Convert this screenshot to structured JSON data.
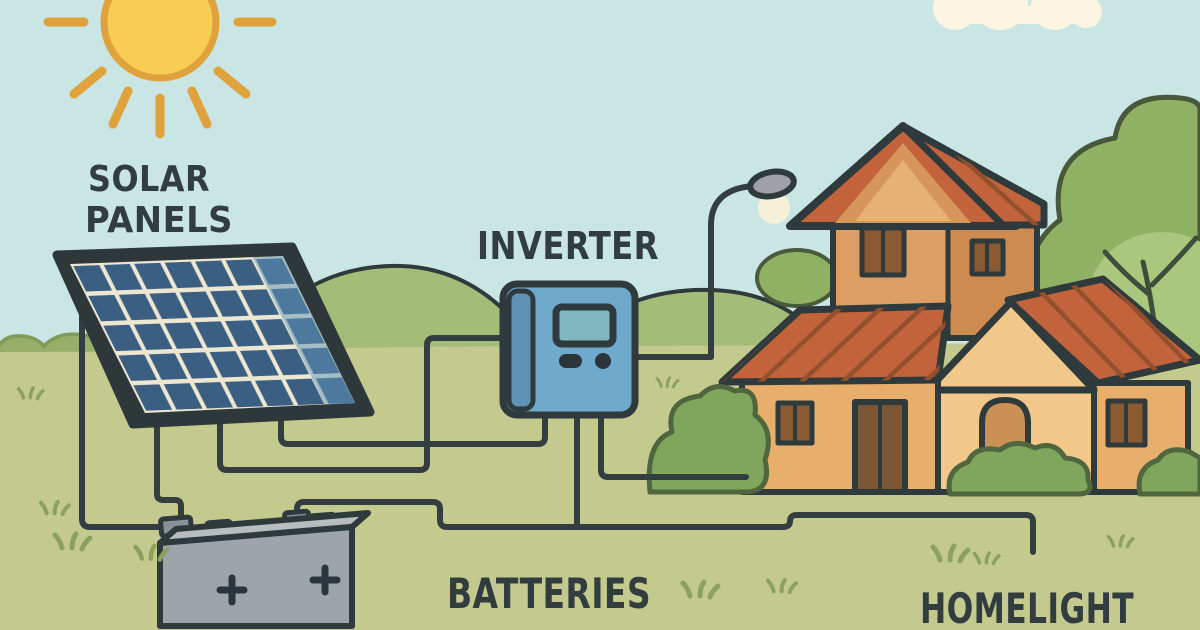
{
  "title": "Solar home energy system illustration",
  "labels": {
    "solar_line1": "SOLAR",
    "solar_line2": "PANELS",
    "inverter": "INVERTER",
    "batteries": "BATTERIES",
    "homelight": "HOMELIGHT"
  },
  "components": {
    "sun": "sun with rays",
    "solar_panel": "tilted solar panel, 7x5 blue cells",
    "inverter": "wall inverter box with screen, button and indicator",
    "battery": "battery bank with two plus terminals",
    "street_lamp": "street lamp with glowing head",
    "house_back": "two-story house with striped roof and two windows",
    "house_front": "one-story house with arched door, tall door and two windows",
    "scenery": "hills, trees, bushes, cloud, grass tufts"
  },
  "connections": [
    "solar-panels to inverter",
    "solar-panels to batteries",
    "inverter to batteries",
    "inverter to street-lamp",
    "batteries to homelight"
  ],
  "colors": {
    "sky": "#C9E6E4",
    "cloud": "#FBF5E1",
    "sun": "#F7CE53",
    "sun_stroke": "#E0A23C",
    "hill": "#A3BD78",
    "hill_stroke": "#7E9B58",
    "ground": "#C4CA8E",
    "tree": "#8FB164",
    "tree_light": "#A9C77D",
    "bush": "#7FA65C",
    "bush_small": "#97AE69",
    "wire": "#333E41",
    "panel_frame": "#2E383B",
    "panel_grid": "#EDE6D0",
    "panel_cell": "#3A5F82",
    "panel_cell_light": "#5D93B8",
    "inverter_body": "#6FA9CC",
    "inverter_strip": "#5E93B5",
    "inverter_screen": "#7FB9BF",
    "battery_top": "#B7BDBF",
    "battery_front": "#9EA5A9",
    "terminal": "#DE8E44",
    "stub": "#8A9194",
    "roof": "#C2633B",
    "roof_stripe": "#93502C",
    "wall_light": "#DC9E62",
    "wall_dark": "#CD8B4F",
    "wall_front": "#E8AE6C",
    "gable_face": "#D6965B",
    "gable_inner": "#E6B172",
    "gable_cream": "#F2C88A",
    "door": "#CB9154",
    "door_dark": "#7B5634",
    "window": "#8A5A33",
    "lamp_head": "#9EA2A6",
    "glow": "#F7F0D8",
    "text": "#323D3F"
  }
}
